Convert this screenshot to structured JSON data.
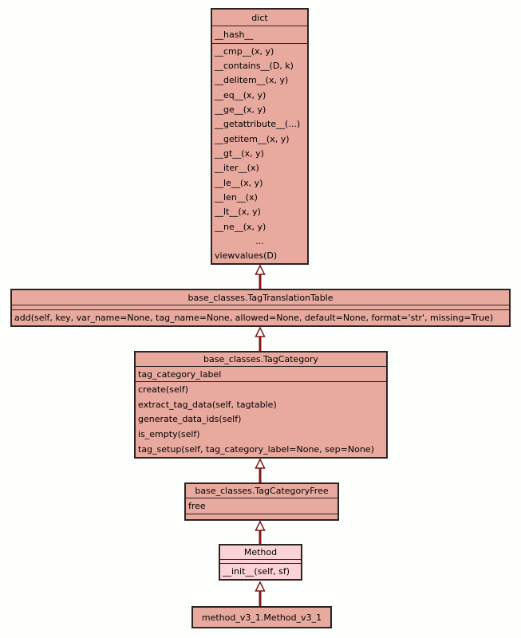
{
  "diagram": {
    "type": "uml-class-inheritance-diagram",
    "background_color": "#fcfffc",
    "class_fill_color": "#e8a99e",
    "highlight_fill_color": "#fbd3d6",
    "border_color": "#2a2424",
    "arrow_color": "#7f1a1a"
  },
  "classes": {
    "dict": {
      "title": "dict",
      "attributes": [
        "__hash__"
      ],
      "methods": [
        "__cmp__(x, y)",
        "__contains__(D, k)",
        "__delitem__(x, y)",
        "__eq__(x, y)",
        "__ge__(x, y)",
        "__getattribute__(...)",
        "__getitem__(x, y)",
        "__gt__(x, y)",
        "__iter__(x)",
        "__le__(x, y)",
        "__len__(x)",
        "__lt__(x, y)",
        "__ne__(x, y)",
        "...",
        "viewvalues(D)"
      ]
    },
    "tag_translation_table": {
      "title": "base_classes.TagTranslationTable",
      "attributes": [],
      "methods": [
        "add(self, key, var_name=None, tag_name=None, allowed=None, default=None, format='str', missing=True)"
      ]
    },
    "tag_category": {
      "title": "base_classes.TagCategory",
      "attributes": [
        "tag_category_label"
      ],
      "methods": [
        "create(self)",
        "extract_tag_data(self, tagtable)",
        "generate_data_ids(self)",
        "is_empty(self)",
        "tag_setup(self, tag_category_label=None, sep=None)"
      ]
    },
    "tag_category_free": {
      "title": "base_classes.TagCategoryFree",
      "attributes": [
        "free"
      ],
      "methods": []
    },
    "method": {
      "title": "Method",
      "attributes": [],
      "methods": [
        "__init__(self, sf)"
      ]
    },
    "method_v3_1": {
      "title": "method_v3_1.Method_v3_1",
      "attributes": [],
      "methods": []
    }
  }
}
